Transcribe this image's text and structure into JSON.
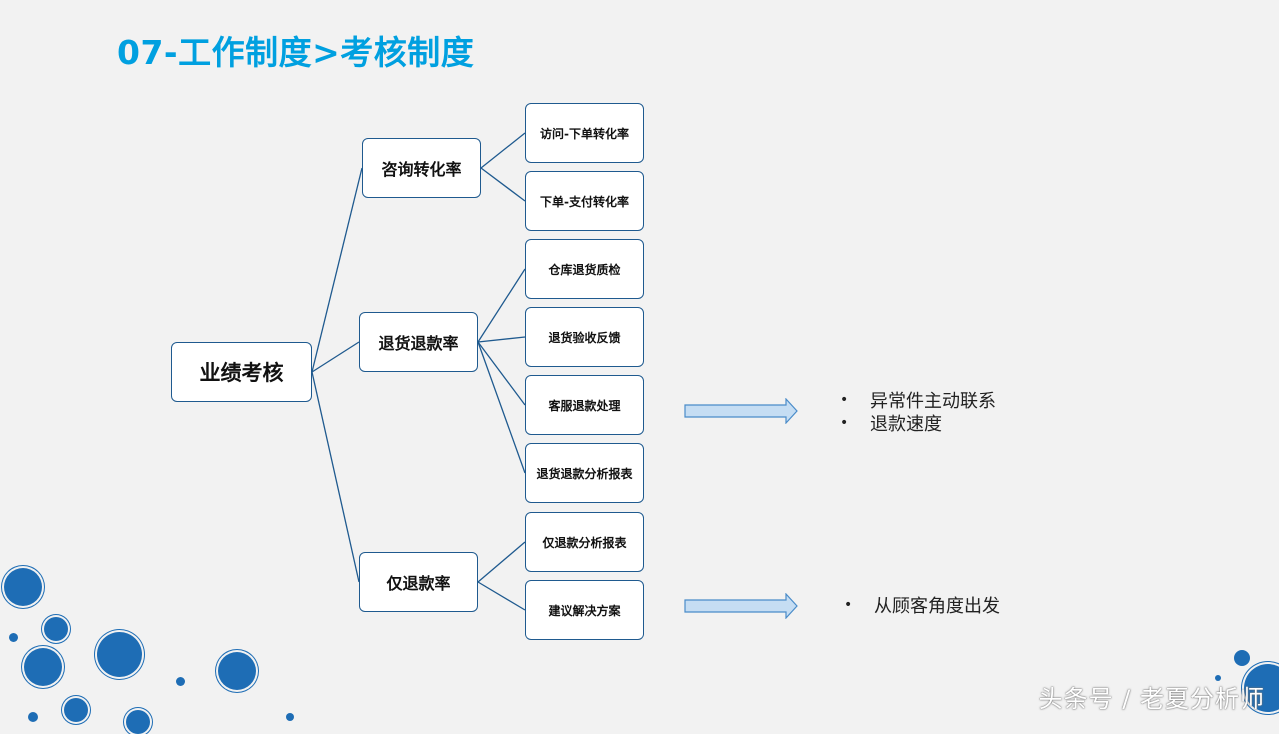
{
  "title": "07-工作制度>考核制度",
  "root": "业绩考核",
  "branches": [
    {
      "label": "咨询转化率",
      "children": [
        "访问-下单转化率",
        "下单-支付转化率"
      ]
    },
    {
      "label": "退货退款率",
      "children": [
        "仓库退货质检",
        "退货验收反馈",
        "客服退款处理",
        "退货退款分析报表"
      ]
    },
    {
      "label": "仅退款率",
      "children": [
        "仅退款分析报表",
        "建议解决方案"
      ]
    }
  ],
  "notes": [
    {
      "bullets": [
        "异常件主动联系",
        "退款速度"
      ]
    },
    {
      "bullets": [
        "从顾客角度出发"
      ]
    }
  ],
  "bullet_char": "•",
  "watermark": "头条号 / 老夏分析师",
  "colors": {
    "title": "#00a0e0",
    "border": "#1f5a8f",
    "arrow_fill": "#c5ddf3",
    "arrow_stroke": "#4a8cc9",
    "decor": "#1e6db5"
  }
}
